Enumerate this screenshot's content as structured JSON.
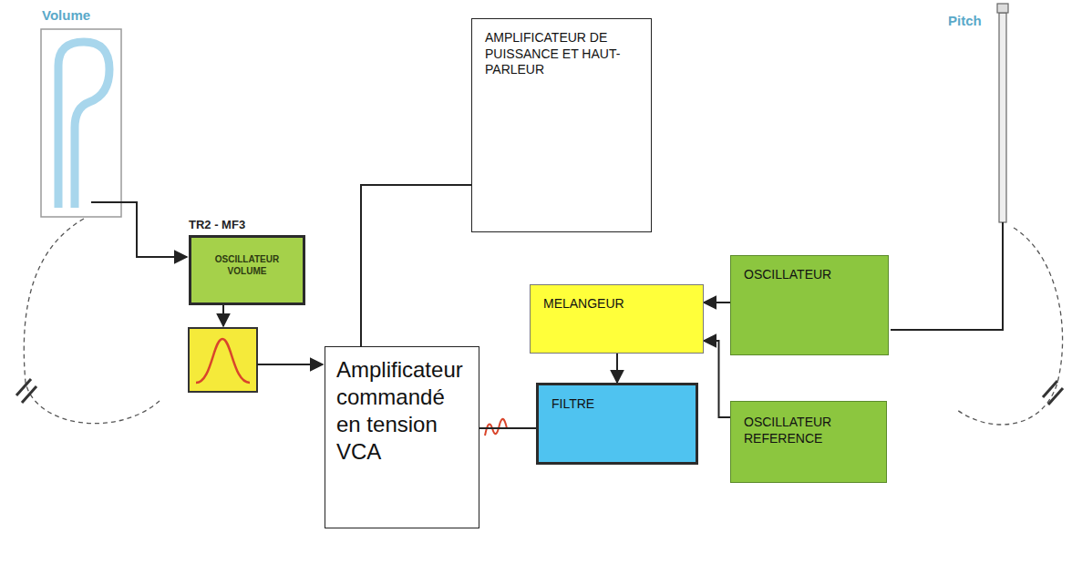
{
  "diagram": {
    "nodes": [
      {
        "text": [
          "AMPLIFICATEUR DE PUISSANCE ET HAUT-PARLEUR"
        ]
      },
      {
        "text": [
          "TR2 - MF3",
          "OSCILLATEUR VOLUME"
        ]
      },
      {
        "text": [
          "MELANGEUR"
        ]
      },
      {
        "text": [
          "OSCILLATEUR"
        ]
      },
      {
        "text": [
          "Amplificateur commandé en tension VCA"
        ]
      },
      {
        "text": [
          "FILTRE"
        ]
      },
      {
        "text": [
          "OSCILLATEUR REFERENCE"
        ]
      }
    ],
    "edges": [
      {
        "from": 3,
        "to": 2,
        "arrow": "to"
      },
      {
        "from": 6,
        "to": 2,
        "arrow": "to"
      },
      {
        "from": 2,
        "to": 5,
        "arrow": "to"
      },
      {
        "from": 5,
        "to": 4,
        "arrow": "none"
      },
      {
        "from": 4,
        "to": 0,
        "arrow": "none"
      }
    ],
    "labels": [
      "Volume",
      "Pitch"
    ]
  }
}
